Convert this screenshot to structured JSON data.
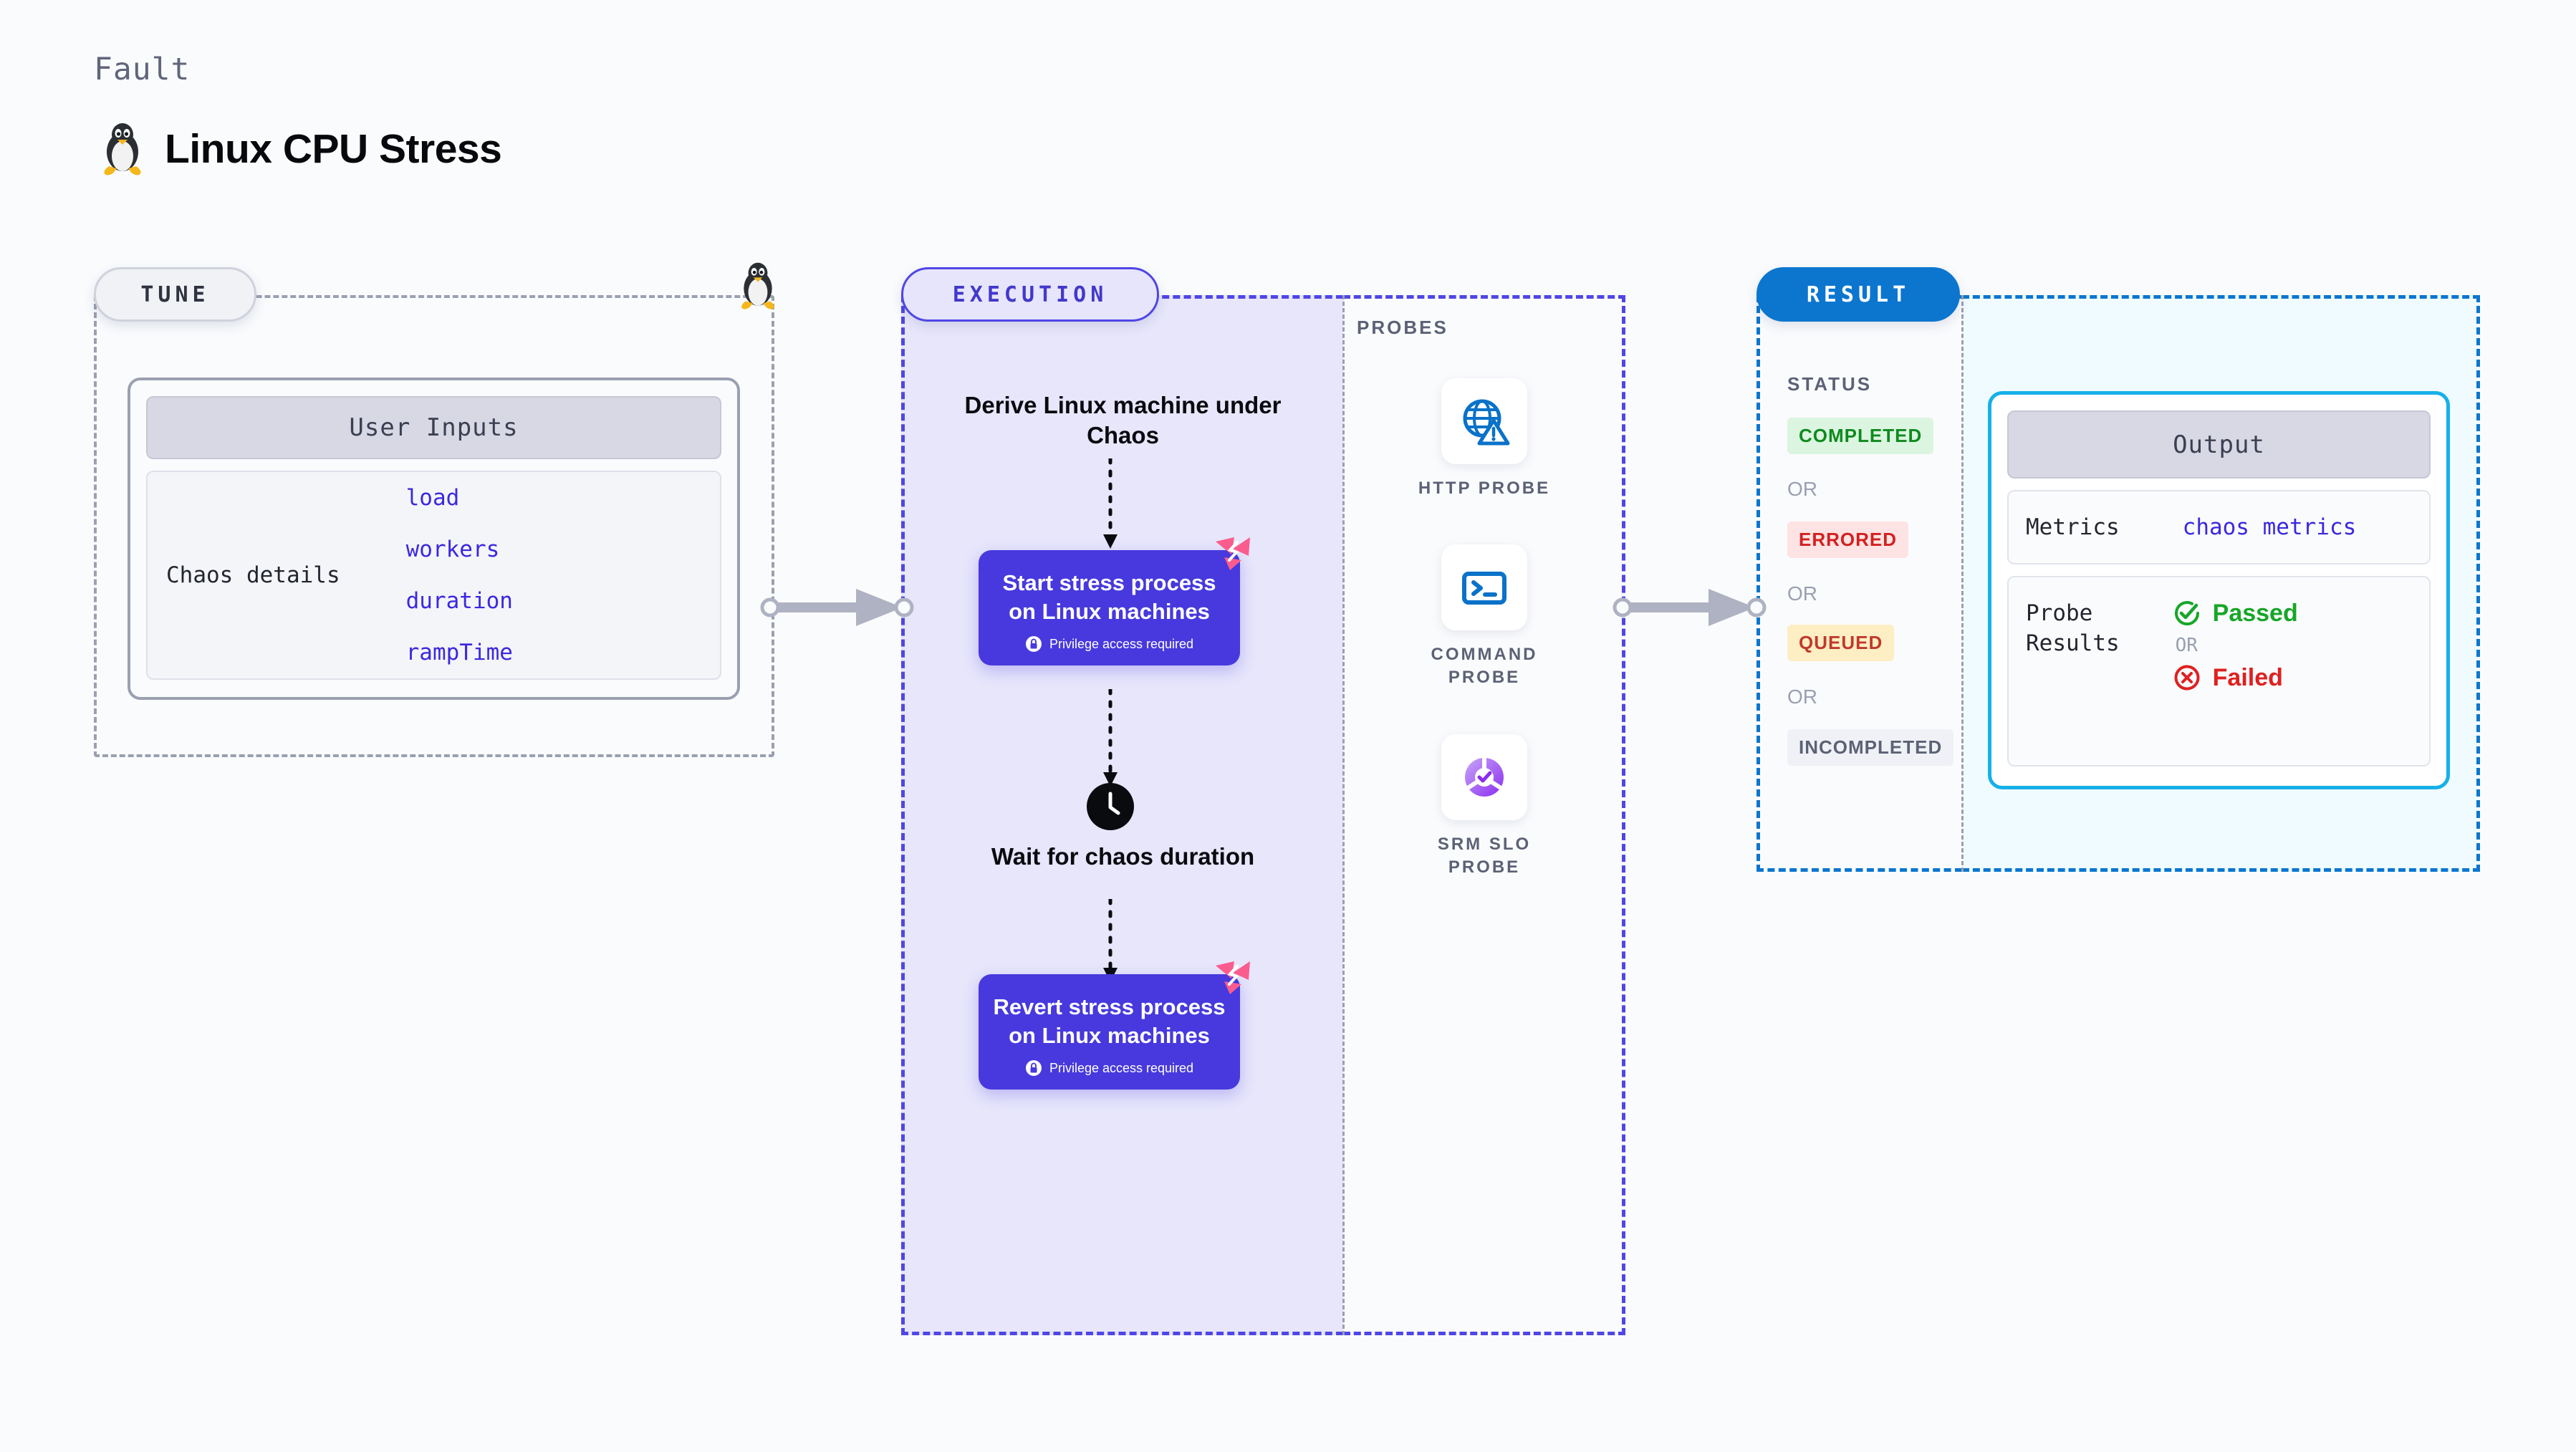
{
  "header": {
    "kicker": "Fault",
    "title": "Linux CPU Stress",
    "icon": "linux-penguin-icon"
  },
  "tune": {
    "pill_label": "TUNE",
    "penguin_icon": "linux-penguin-icon",
    "card": {
      "header": "User Inputs",
      "row_label": "Chaos details",
      "params": [
        "load",
        "workers",
        "duration",
        "rampTime"
      ]
    }
  },
  "execution": {
    "pill_label": "EXECUTION",
    "steps": [
      {
        "type": "text",
        "label": "Derive Linux machine\nunder Chaos"
      },
      {
        "type": "card",
        "label": "Start stress process on Linux machines",
        "sub": "Privilege access required",
        "badge": "litmus-logo-icon",
        "lock": "lock-icon"
      },
      {
        "type": "clock",
        "label": "Wait for chaos duration",
        "icon": "clock-icon"
      },
      {
        "type": "card",
        "label": "Revert stress process on Linux machines",
        "sub": "Privilege access required",
        "badge": "litmus-logo-icon",
        "lock": "lock-icon"
      }
    ],
    "start_card_title": "Start stress process on Linux machines",
    "start_card_sub": "Privilege access required",
    "wait_label": "Wait for chaos duration",
    "derive_label": "Derive Linux machine under Chaos",
    "revert_card_title": "Revert stress process on Linux machines",
    "revert_card_sub": "Privilege access required"
  },
  "probes": {
    "title": "PROBES",
    "items": [
      {
        "label": "HTTP  PROBE",
        "icon": "globe-warning-icon"
      },
      {
        "label": "COMMAND\nPROBE",
        "icon": "terminal-icon"
      },
      {
        "label": "SRM  SLO\nPROBE",
        "icon": "srm-slo-donut-icon"
      }
    ]
  },
  "result": {
    "pill_label": "RESULT",
    "status_title": "STATUS",
    "or_label": "OR",
    "statuses": [
      {
        "label": "COMPLETED",
        "bg": "#dcf5e0",
        "fg": "#0e8a1f"
      },
      {
        "label": "ERRORED",
        "bg": "#fde3e3",
        "fg": "#d32020"
      },
      {
        "label": "QUEUED",
        "bg": "#fdeec4",
        "fg": "#c0392b"
      },
      {
        "label": "INCOMPLETED",
        "bg": "#f0f1f6",
        "fg": "#5c6275"
      }
    ]
  },
  "output": {
    "header": "Output",
    "metrics_label": "Metrics",
    "metrics_value": "chaos metrics",
    "probe_results_label": "Probe\nResults",
    "passed_label": "Passed",
    "failed_label": "Failed",
    "or_label": "OR",
    "passed_icon": "check-circle-icon",
    "failed_icon": "x-circle-icon"
  },
  "colors": {
    "page_bg": "#fafbfd",
    "accent_purple": "#4f46e5",
    "card_purple": "#4739dd",
    "exec_bg": "#e7e6fb",
    "accent_blue": "#0c76cf",
    "output_border": "#16b0e8",
    "output_bg": "#effbfe",
    "param_blue": "#3b28e0",
    "gray_dash": "#9aa0b0",
    "litmus_pink": "#fa5c8e"
  }
}
